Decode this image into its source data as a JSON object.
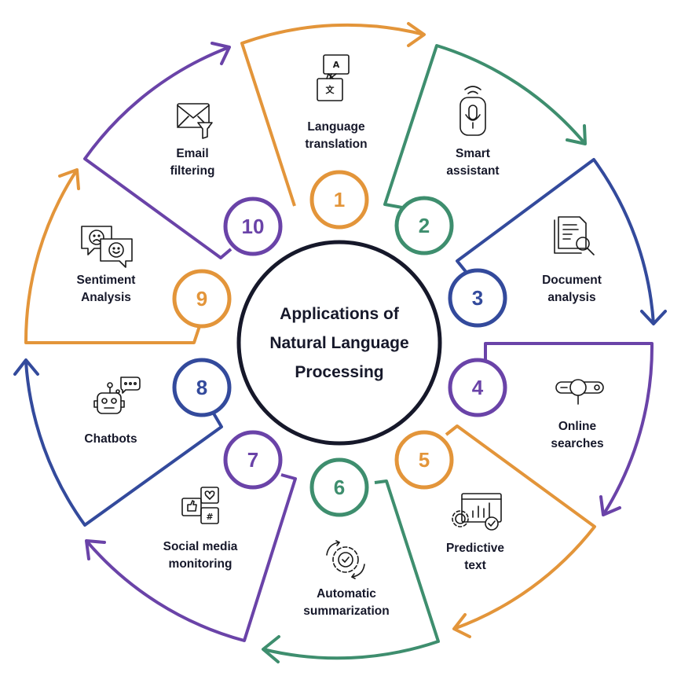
{
  "title": [
    "Applications of",
    "Natural Language",
    "Processing"
  ],
  "colors": {
    "orange": "#E3953A",
    "green": "#3E8E6E",
    "blue": "#334A9C",
    "purple": "#6A43A8",
    "dark": "#16182A"
  },
  "items": [
    {
      "number": "1",
      "lines": [
        "Language",
        "translation"
      ],
      "icon": "translation-icon",
      "color": "orange"
    },
    {
      "number": "2",
      "lines": [
        "Smart",
        "assistant"
      ],
      "icon": "smart-speaker-icon",
      "color": "green"
    },
    {
      "number": "3",
      "lines": [
        "Document",
        "analysis"
      ],
      "icon": "document-search-icon",
      "color": "blue"
    },
    {
      "number": "4",
      "lines": [
        "Online",
        "searches"
      ],
      "icon": "search-bar-icon",
      "color": "purple"
    },
    {
      "number": "5",
      "lines": [
        "Predictive",
        "text"
      ],
      "icon": "predictive-chart-icon",
      "color": "orange"
    },
    {
      "number": "6",
      "lines": [
        "Automatic",
        "summarization"
      ],
      "icon": "automation-gear-icon",
      "color": "green"
    },
    {
      "number": "7",
      "lines": [
        "Social media",
        "monitoring"
      ],
      "icon": "social-media-icon",
      "color": "purple"
    },
    {
      "number": "8",
      "lines": [
        "Chatbots"
      ],
      "icon": "chatbot-icon",
      "color": "blue"
    },
    {
      "number": "9",
      "lines": [
        "Sentiment",
        "Analysis"
      ],
      "icon": "sentiment-icon",
      "color": "orange"
    },
    {
      "number": "10",
      "lines": [
        "Email",
        "filtering"
      ],
      "icon": "email-filter-icon",
      "color": "purple"
    }
  ]
}
